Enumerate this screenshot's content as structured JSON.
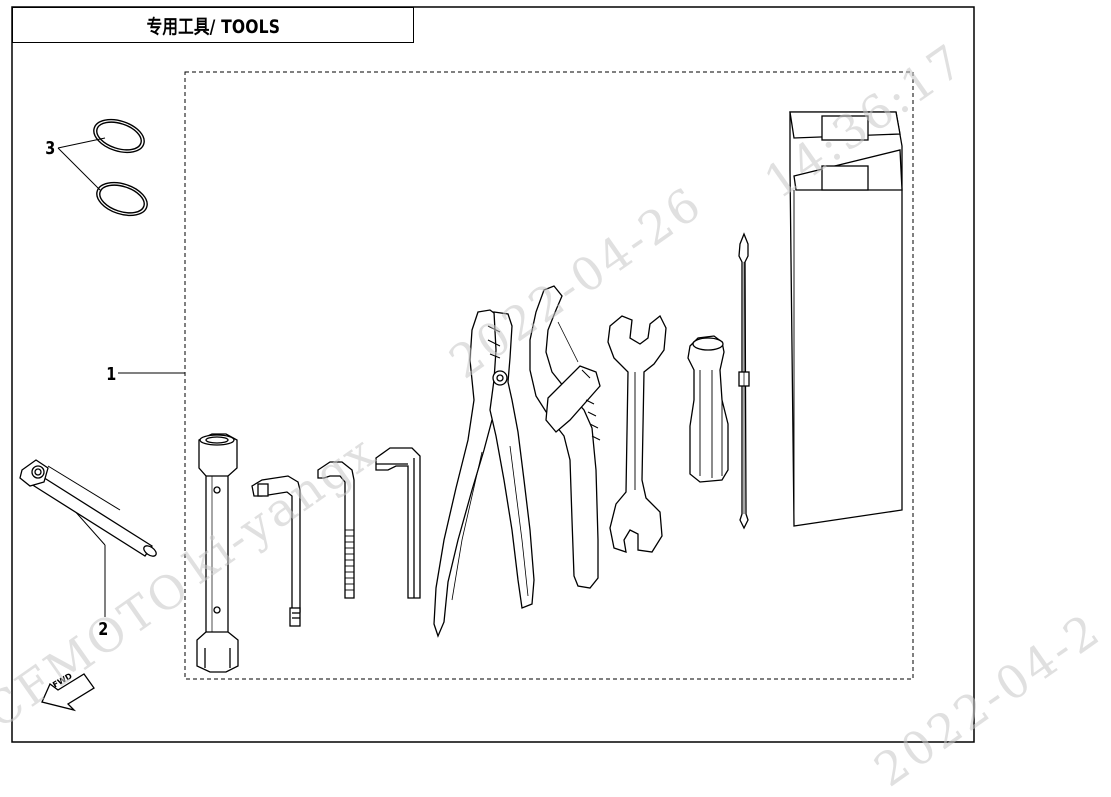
{
  "title": "专用工具/ TOOLS",
  "callouts": {
    "kit": "1",
    "wrench": "2",
    "orings": "3"
  },
  "direction_label": "FWD",
  "watermark": {
    "time": "14:36:17",
    "date": "2022-04-26",
    "user": "ki-yangx",
    "brand": "CFMOTO",
    "date_partial": "2022-04-2"
  }
}
